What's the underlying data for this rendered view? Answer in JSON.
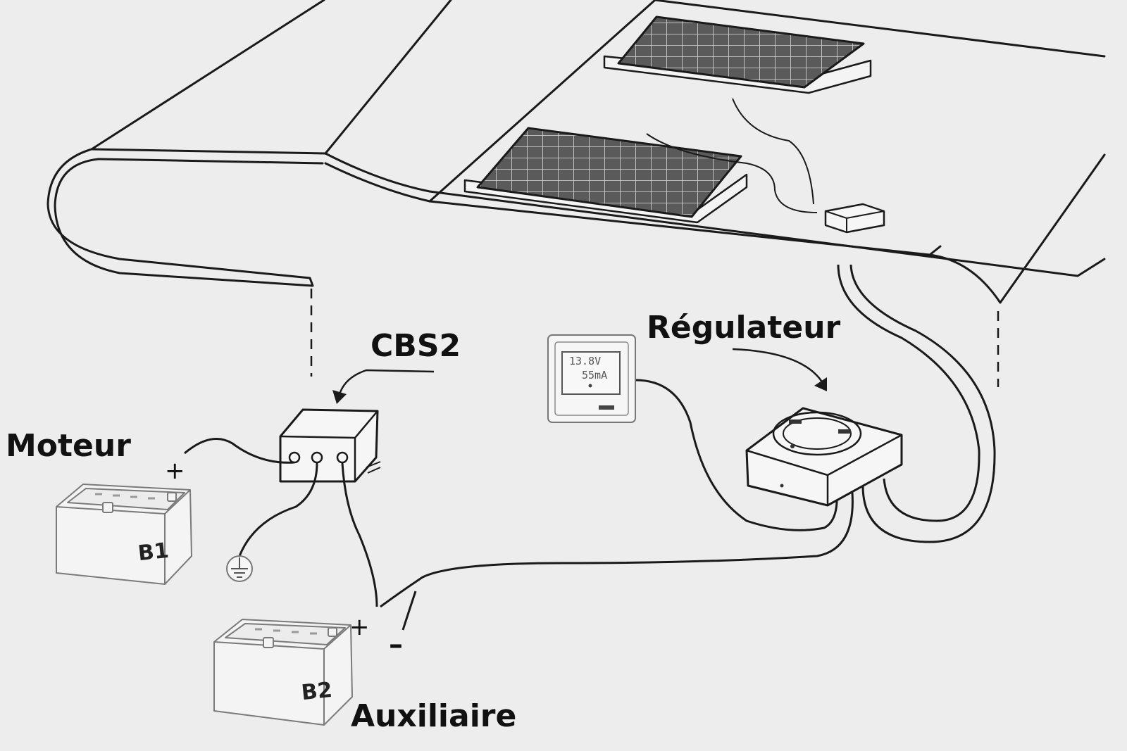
{
  "labels": {
    "cbs2": "CBS2",
    "regulateur": "Régulateur",
    "moteur": "Moteur",
    "auxiliaire": "Auxiliaire"
  },
  "batteries": {
    "b1": "B1",
    "b2": "B2"
  },
  "polarity": {
    "plus_b1": "+",
    "plus_b2": "+",
    "minus_b2": "–"
  },
  "display": {
    "line1": "13.8V",
    "line2": "55mA"
  },
  "colors": {
    "background": "#ededed",
    "line": "#1a1a1a",
    "panel": "#555555",
    "battery_line": "#7a7a7a"
  }
}
